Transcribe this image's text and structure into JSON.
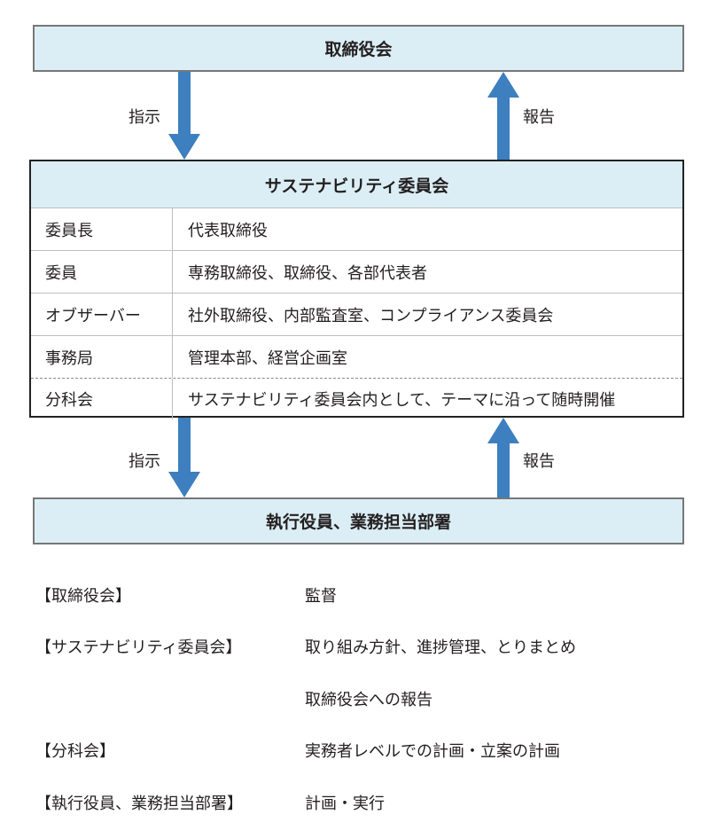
{
  "top_box": {
    "label": "取締役会"
  },
  "upper_arrows": {
    "down_label": "指示",
    "up_label": "報告"
  },
  "committee": {
    "title": "サステナビリティ委員会",
    "rows": [
      {
        "role": "委員長",
        "members": "代表取締役"
      },
      {
        "role": "委員",
        "members": "専務取締役、取締役、各部代表者"
      },
      {
        "role": "オブザーバー",
        "members": "社外取締役、内部監査室、コンプライアンス委員会"
      },
      {
        "role": "事務局",
        "members": "管理本部、経営企画室"
      },
      {
        "role": "分科会",
        "members": "サステナビリティ委員会内として、テーマに沿って随時開催"
      }
    ]
  },
  "lower_arrows": {
    "down_label": "指示",
    "up_label": "報告"
  },
  "bottom_box": {
    "label": "執行役員、業務担当部署"
  },
  "legend": [
    {
      "key": "【取締役会】",
      "value": "監督"
    },
    {
      "key": "【サステナビリティ委員会】",
      "value": "取り組み方針、進捗管理、とりまとめ"
    },
    {
      "key": "",
      "value": "取締役会への報告"
    },
    {
      "key": "【分科会】",
      "value": "実務者レベルでの計画・立案の計画"
    },
    {
      "key": "【執行役員、業務担当部署】",
      "value": "計画・実行"
    }
  ],
  "colors": {
    "box_fill": "#dbeef5",
    "arrow": "#3d7fbf"
  }
}
